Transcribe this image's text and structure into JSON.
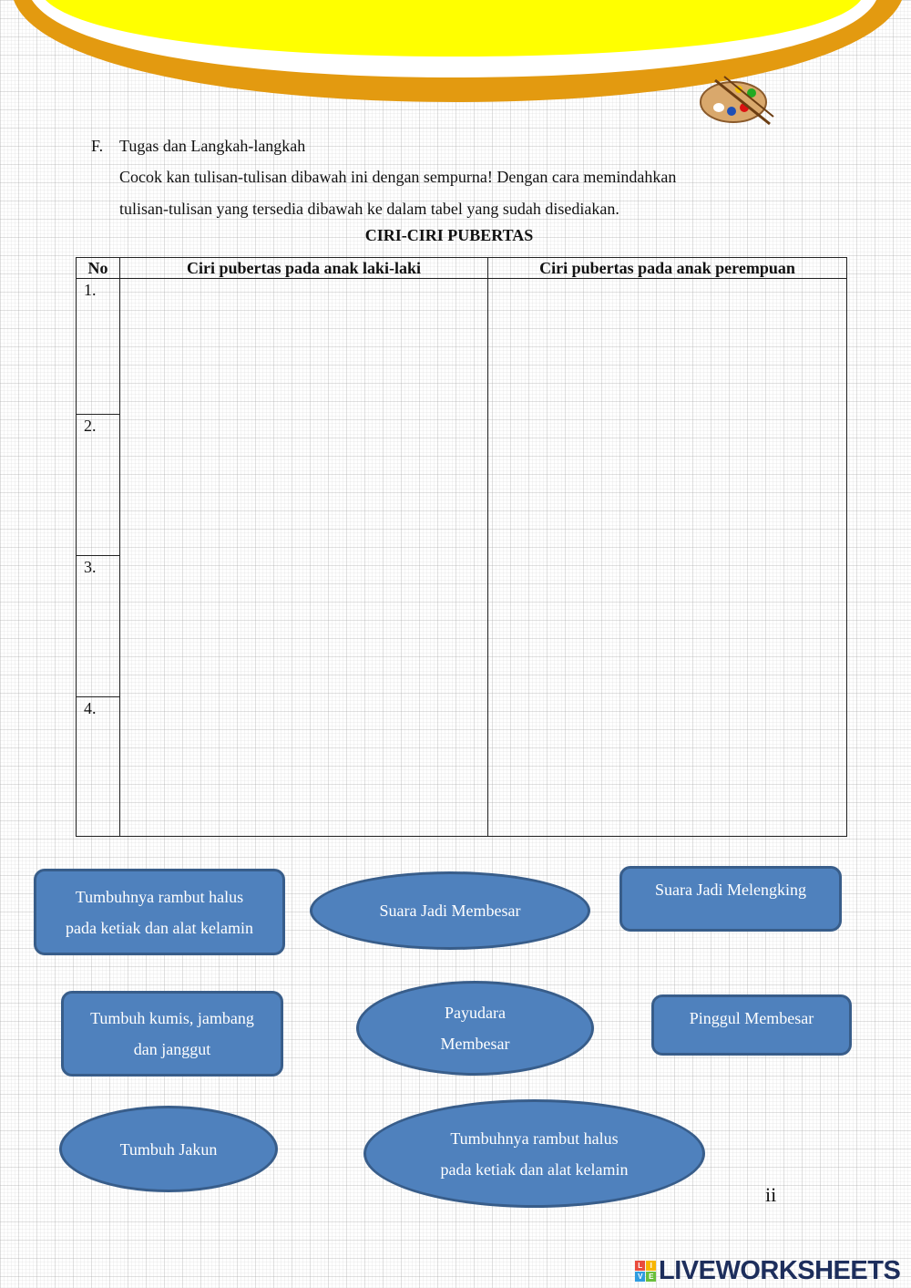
{
  "header": {
    "banner_colors": {
      "fill": "#ffff00",
      "rim": "#e39a10",
      "rim_inner": "#ffffff"
    }
  },
  "instructions": {
    "letter": "F.",
    "heading": "Tugas dan Langkah-langkah",
    "line1": "Cocok kan tulisan-tulisan dibawah ini dengan sempurna! Dengan cara memindahkan",
    "line2": "tulisan-tulisan yang tersedia dibawah ke dalam tabel yang sudah disediakan."
  },
  "table": {
    "title": "CIRI-CIRI PUBERTAS",
    "headers": [
      "No",
      "Ciri pubertas pada anak laki-laki",
      "Ciri pubertas pada anak perempuan"
    ],
    "rows": [
      "1.",
      "2.",
      "3.",
      "4."
    ]
  },
  "cards": [
    {
      "text": "Tumbuhnya rambut halus\npada ketiak dan alat kelamin",
      "shape": "rect"
    },
    {
      "text": "Suara Jadi Membesar",
      "shape": "oval"
    },
    {
      "text": "Suara Jadi Melengking",
      "shape": "rect"
    },
    {
      "text": "Tumbuh kumis, jambang\ndan janggut",
      "shape": "rect"
    },
    {
      "text": "Payudara\nMembesar",
      "shape": "oval"
    },
    {
      "text": "Pinggul Membesar",
      "shape": "rect"
    },
    {
      "text": "Tumbuh Jakun",
      "shape": "oval"
    },
    {
      "text": "Tumbuhnya rambut halus\npada ketiak dan alat kelamin",
      "shape": "oval"
    }
  ],
  "page_number": "ii",
  "brand": {
    "logo_letters": [
      "L",
      "I",
      "V",
      "E"
    ],
    "name": "LIVEWORKSHEETS"
  },
  "colors": {
    "card_fill": "#4f81bd",
    "card_border": "#385d8a",
    "card_text": "#ffffff"
  }
}
